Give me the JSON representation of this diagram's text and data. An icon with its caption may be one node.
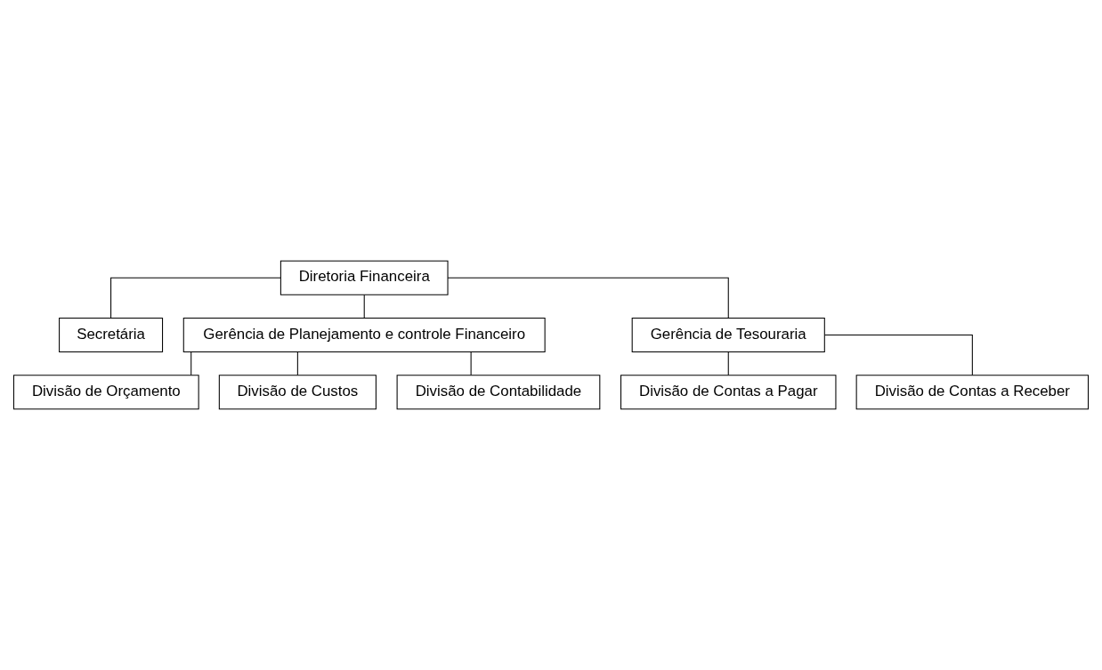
{
  "diagram": {
    "nodes": [
      {
        "text": [
          "Diretoria Financeira"
        ]
      },
      {
        "text": [
          "Secretária"
        ]
      },
      {
        "text": [
          "Gerência de Planejamento e controle Financeiro"
        ]
      },
      {
        "text": [
          "Gerência de Tesouraria"
        ]
      },
      {
        "text": [
          "Divisão de Orçamento"
        ]
      },
      {
        "text": [
          "Divisão de Custos"
        ]
      },
      {
        "text": [
          "Divisão de Contabilidade"
        ]
      },
      {
        "text": [
          "Divisão de Contas a Pagar"
        ]
      },
      {
        "text": [
          "Divisão de Contas a Receber"
        ]
      }
    ],
    "edges": [
      {
        "from": 0,
        "to": 1,
        "arrow": "none"
      },
      {
        "from": 0,
        "to": 2,
        "arrow": "none"
      },
      {
        "from": 0,
        "to": 3,
        "arrow": "none"
      },
      {
        "from": 2,
        "to": 4,
        "arrow": "none"
      },
      {
        "from": 2,
        "to": 5,
        "arrow": "none"
      },
      {
        "from": 2,
        "to": 6,
        "arrow": "none"
      },
      {
        "from": 3,
        "to": 7,
        "arrow": "none"
      },
      {
        "from": 3,
        "to": 8,
        "arrow": "none"
      }
    ]
  }
}
